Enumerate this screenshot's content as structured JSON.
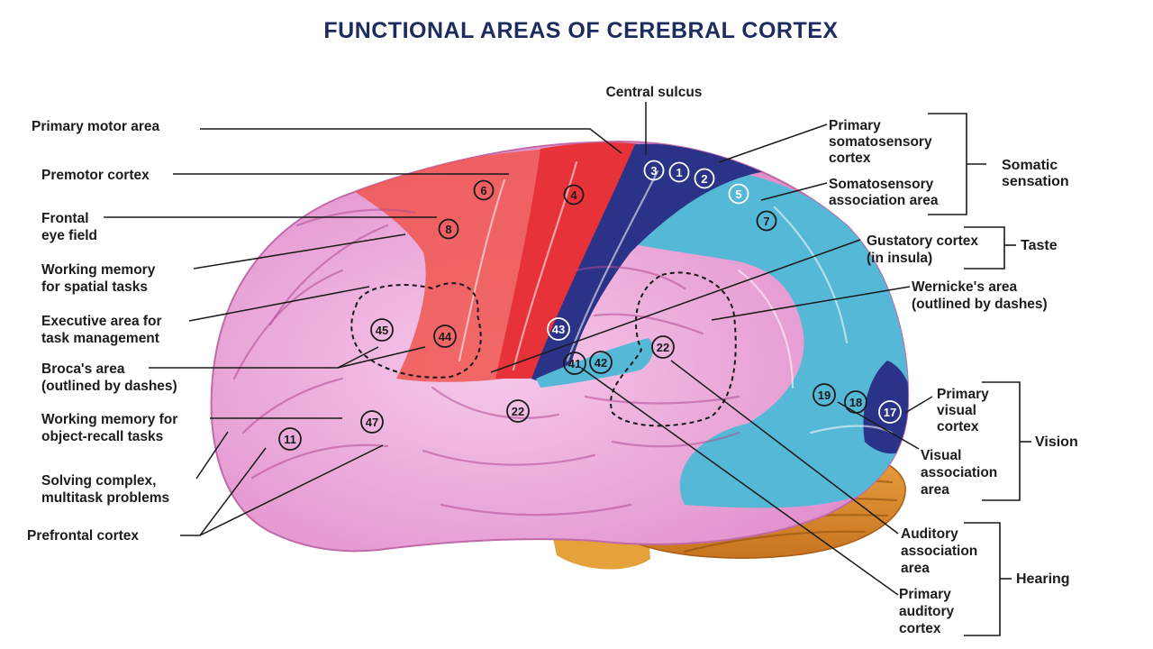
{
  "title": "FUNCTIONAL AREAS OF CEREBRAL CORTEX",
  "colors": {
    "title": "#1d2b5e",
    "frontal_pink": "#e9a3d6",
    "motor_red": "#e8323a",
    "premotor_red": "#f0564f",
    "somatosensory_navy": "#2b3388",
    "association_cyan": "#54b8d6",
    "cerebellum_orange": "#d98a2a",
    "brainstem_gold": "#e6a23a"
  },
  "labels_left": [
    {
      "id": "primary-motor-area",
      "lines": [
        "Primary motor area"
      ]
    },
    {
      "id": "premotor-cortex",
      "lines": [
        "Premotor cortex"
      ]
    },
    {
      "id": "frontal-eye-field",
      "lines": [
        "Frontal",
        "eye field"
      ]
    },
    {
      "id": "working-memory-spatial",
      "lines": [
        "Working memory",
        "for spatial tasks"
      ]
    },
    {
      "id": "executive-area",
      "lines": [
        "Executive area for",
        "task management"
      ]
    },
    {
      "id": "brocas-area",
      "lines": [
        "Broca's area",
        "(outlined by dashes)"
      ]
    },
    {
      "id": "working-memory-object",
      "lines": [
        "Working memory for",
        "object-recall tasks"
      ]
    },
    {
      "id": "solving-complex",
      "lines": [
        "Solving complex,",
        "multitask problems"
      ]
    },
    {
      "id": "prefrontal-cortex",
      "lines": [
        "Prefrontal cortex"
      ]
    }
  ],
  "label_top": {
    "id": "central-sulcus",
    "lines": [
      "Central sulcus"
    ]
  },
  "labels_right": [
    {
      "id": "primary-somatosensory",
      "lines": [
        "Primary",
        "somatosensory",
        "cortex"
      ]
    },
    {
      "id": "somatosensory-association",
      "lines": [
        "Somatosensory",
        "association area"
      ]
    },
    {
      "id": "gustatory-cortex",
      "lines": [
        "Gustatory cortex",
        "(in insula)"
      ]
    },
    {
      "id": "wernickes-area",
      "lines": [
        "Wernicke's area",
        "(outlined by dashes)"
      ]
    },
    {
      "id": "primary-visual",
      "lines": [
        "Primary",
        "visual",
        "cortex"
      ]
    },
    {
      "id": "visual-association",
      "lines": [
        "Visual",
        "association",
        "area"
      ]
    },
    {
      "id": "auditory-association",
      "lines": [
        "Auditory",
        "association",
        "area"
      ]
    },
    {
      "id": "primary-auditory",
      "lines": [
        "Primary",
        "auditory",
        "cortex"
      ]
    }
  ],
  "groups": [
    {
      "id": "somatic-sensation",
      "lines": [
        "Somatic",
        "sensation"
      ]
    },
    {
      "id": "taste",
      "lines": [
        "Taste"
      ]
    },
    {
      "id": "vision",
      "lines": [
        "Vision"
      ]
    },
    {
      "id": "hearing",
      "lines": [
        "Hearing"
      ]
    }
  ],
  "areas": [
    {
      "n": "3"
    },
    {
      "n": "1"
    },
    {
      "n": "2"
    },
    {
      "n": "5"
    },
    {
      "n": "7"
    },
    {
      "n": "6"
    },
    {
      "n": "4"
    },
    {
      "n": "8"
    },
    {
      "n": "45"
    },
    {
      "n": "44"
    },
    {
      "n": "43"
    },
    {
      "n": "41"
    },
    {
      "n": "42"
    },
    {
      "n": "22"
    },
    {
      "n": "22"
    },
    {
      "n": "19"
    },
    {
      "n": "18"
    },
    {
      "n": "17"
    },
    {
      "n": "47"
    },
    {
      "n": "11"
    }
  ]
}
